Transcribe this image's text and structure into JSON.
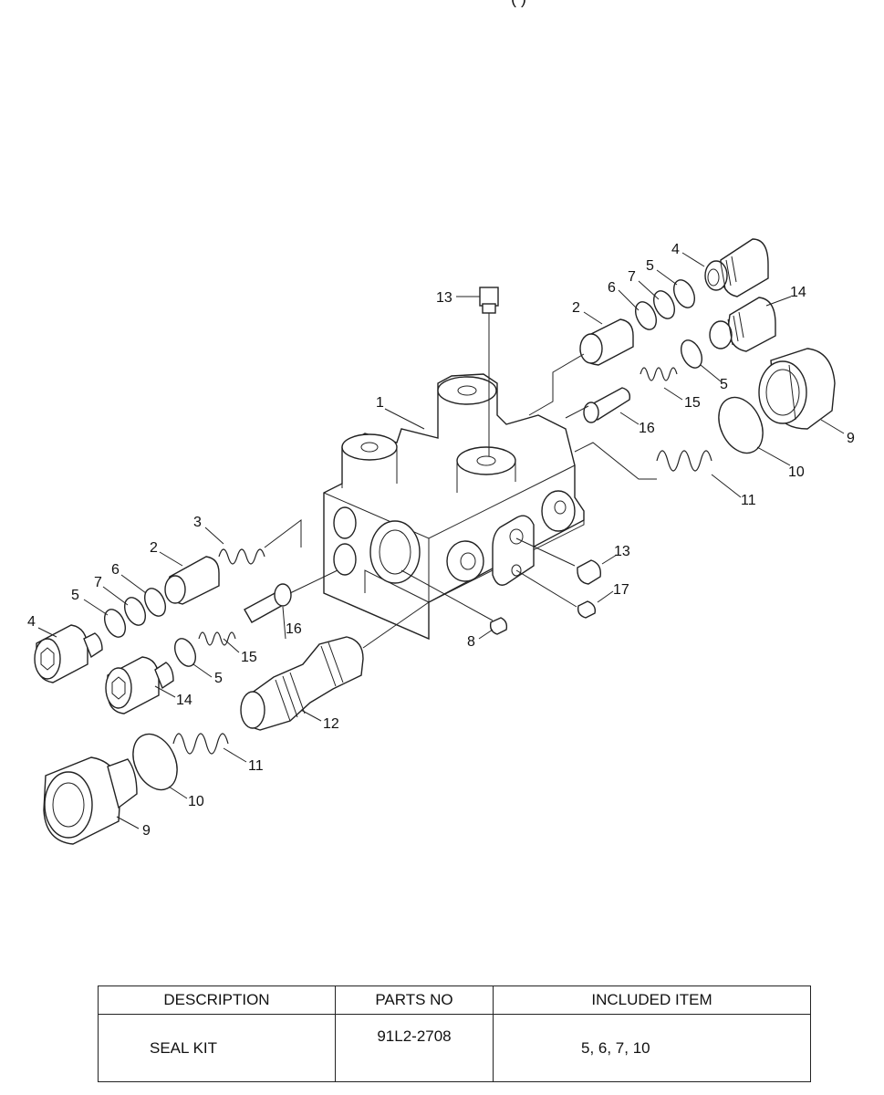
{
  "top_fragment": "(    )",
  "callouts": {
    "c1": "1",
    "c2a": "2",
    "c2b": "2",
    "c3": "3",
    "c4a": "4",
    "c4b": "4",
    "c5a": "5",
    "c5b": "5",
    "c5c": "5",
    "c5d": "5",
    "c6a": "6",
    "c6b": "6",
    "c7a": "7",
    "c7b": "7",
    "c8": "8",
    "c9a": "9",
    "c9b": "9",
    "c10a": "10",
    "c10b": "10",
    "c11a": "11",
    "c11b": "11",
    "c12": "12",
    "c13a": "13",
    "c13b": "13",
    "c14a": "14",
    "c14b": "14",
    "c15a": "15",
    "c15b": "15",
    "c16a": "16",
    "c16b": "16",
    "c17": "17"
  },
  "table": {
    "headers": [
      "DESCRIPTION",
      "PARTS NO",
      "INCLUDED ITEM"
    ],
    "rows": [
      {
        "description": "SEAL KIT",
        "parts_no": "91L2-2708",
        "included_item": "5, 6, 7, 10"
      }
    ]
  }
}
